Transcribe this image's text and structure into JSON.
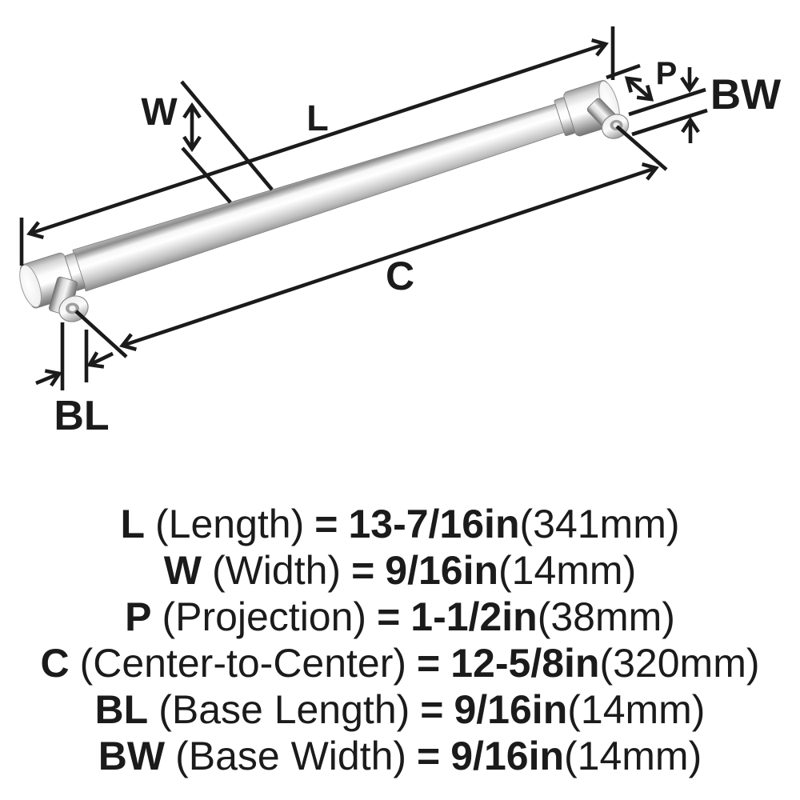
{
  "page": {
    "background": "#ffffff",
    "line_color": "#1b1b1b"
  },
  "diagram": {
    "labels": {
      "length": "L",
      "width": "W",
      "projection": "P",
      "center_to_center": "C",
      "base_length": "BL",
      "base_width": "BW"
    },
    "metal_colors": {
      "highlight": "#ffffff",
      "mid": "#c0c0c0",
      "shadow": "#7b7b7b"
    }
  },
  "specs": {
    "rows": [
      {
        "code": "L",
        "name": "(Length)",
        "eq": "=",
        "value": "13-7/16in",
        "metric": "(341mm)"
      },
      {
        "code": "W",
        "name": "(Width)",
        "eq": "=",
        "value": "9/16in",
        "metric": "(14mm)"
      },
      {
        "code": "P",
        "name": "(Projection)",
        "eq": "=",
        "value": "1-1/2in",
        "metric": "(38mm)"
      },
      {
        "code": "C",
        "name": "(Center-to-Center)",
        "eq": "=",
        "value": "12-5/8in",
        "metric": "(320mm)"
      },
      {
        "code": "BL",
        "name": "(Base Length)",
        "eq": "=",
        "value": "9/16in",
        "metric": "(14mm)"
      },
      {
        "code": "BW",
        "name": "(Base Width)",
        "eq": "=",
        "value": "9/16in",
        "metric": "(14mm)"
      }
    ]
  }
}
